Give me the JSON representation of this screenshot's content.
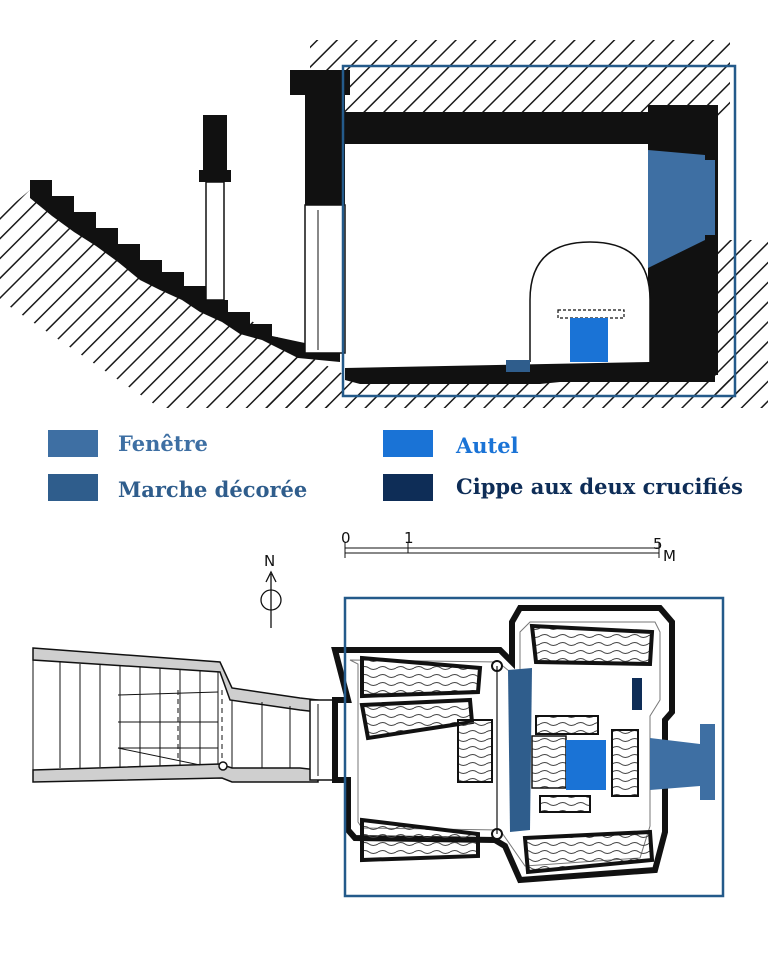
{
  "legend": [
    {
      "label": "Fenêtre",
      "color": "#3e6fa3",
      "text_color": "#3e6fa3"
    },
    {
      "label": "Marche décorée",
      "color": "#2f5d8c",
      "text_color": "#2f5d8c"
    },
    {
      "label": "Autel",
      "color": "#1a73d6",
      "text_color": "#1a73d6"
    },
    {
      "label": "Cippe aux deux crucifiés",
      "color": "#0e2d57",
      "text_color": "#0e2d57"
    }
  ],
  "scale_bar": {
    "ticks": [
      "0",
      "1",
      "5"
    ],
    "unit": "M"
  },
  "north_label": "N",
  "colors": {
    "wall": "#111111",
    "hatch": "#1a1a1a",
    "frame": "#245a8a",
    "window": "#3e6fa3",
    "step": "#2f5d8c",
    "altar": "#1a73d6",
    "cippus": "#0e2d57"
  }
}
